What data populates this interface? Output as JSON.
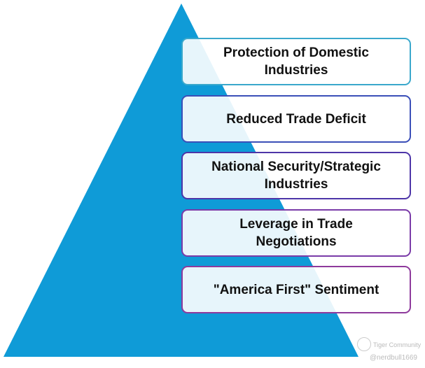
{
  "colors": {
    "triangle": "#0f9bd7",
    "borders": [
      "#3aa8cc",
      "#3b4fb8",
      "#4d35a8",
      "#7a3ba8",
      "#8e3a9c"
    ]
  },
  "items": [
    {
      "label": "Protection of Domestic Industries"
    },
    {
      "label": "Reduced Trade Deficit"
    },
    {
      "label": "National Security/Strategic Industries"
    },
    {
      "label": "Leverage in Trade Negotiations"
    },
    {
      "label": "\"America First\" Sentiment"
    }
  ],
  "watermark": {
    "brand": "Tiger Community",
    "handle": "@nerdbull1669"
  }
}
